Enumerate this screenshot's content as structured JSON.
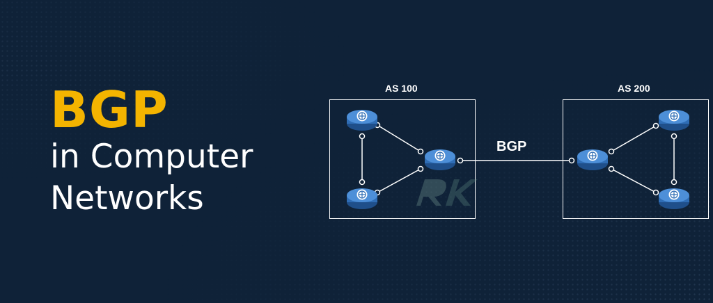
{
  "title": {
    "main": "BGP",
    "line1": "in Computer",
    "line2": "Networks"
  },
  "diagram": {
    "as_left": {
      "label": "AS 100"
    },
    "as_right": {
      "label": "AS 200"
    },
    "link_label": "BGP",
    "watermark": "RK"
  },
  "colors": {
    "background": "#0f2238",
    "accent": "#f4b400",
    "router_body": "#2f6db5",
    "router_top": "#4d8fd8",
    "line": "#ffffff"
  },
  "icons": [
    "router-icon"
  ]
}
